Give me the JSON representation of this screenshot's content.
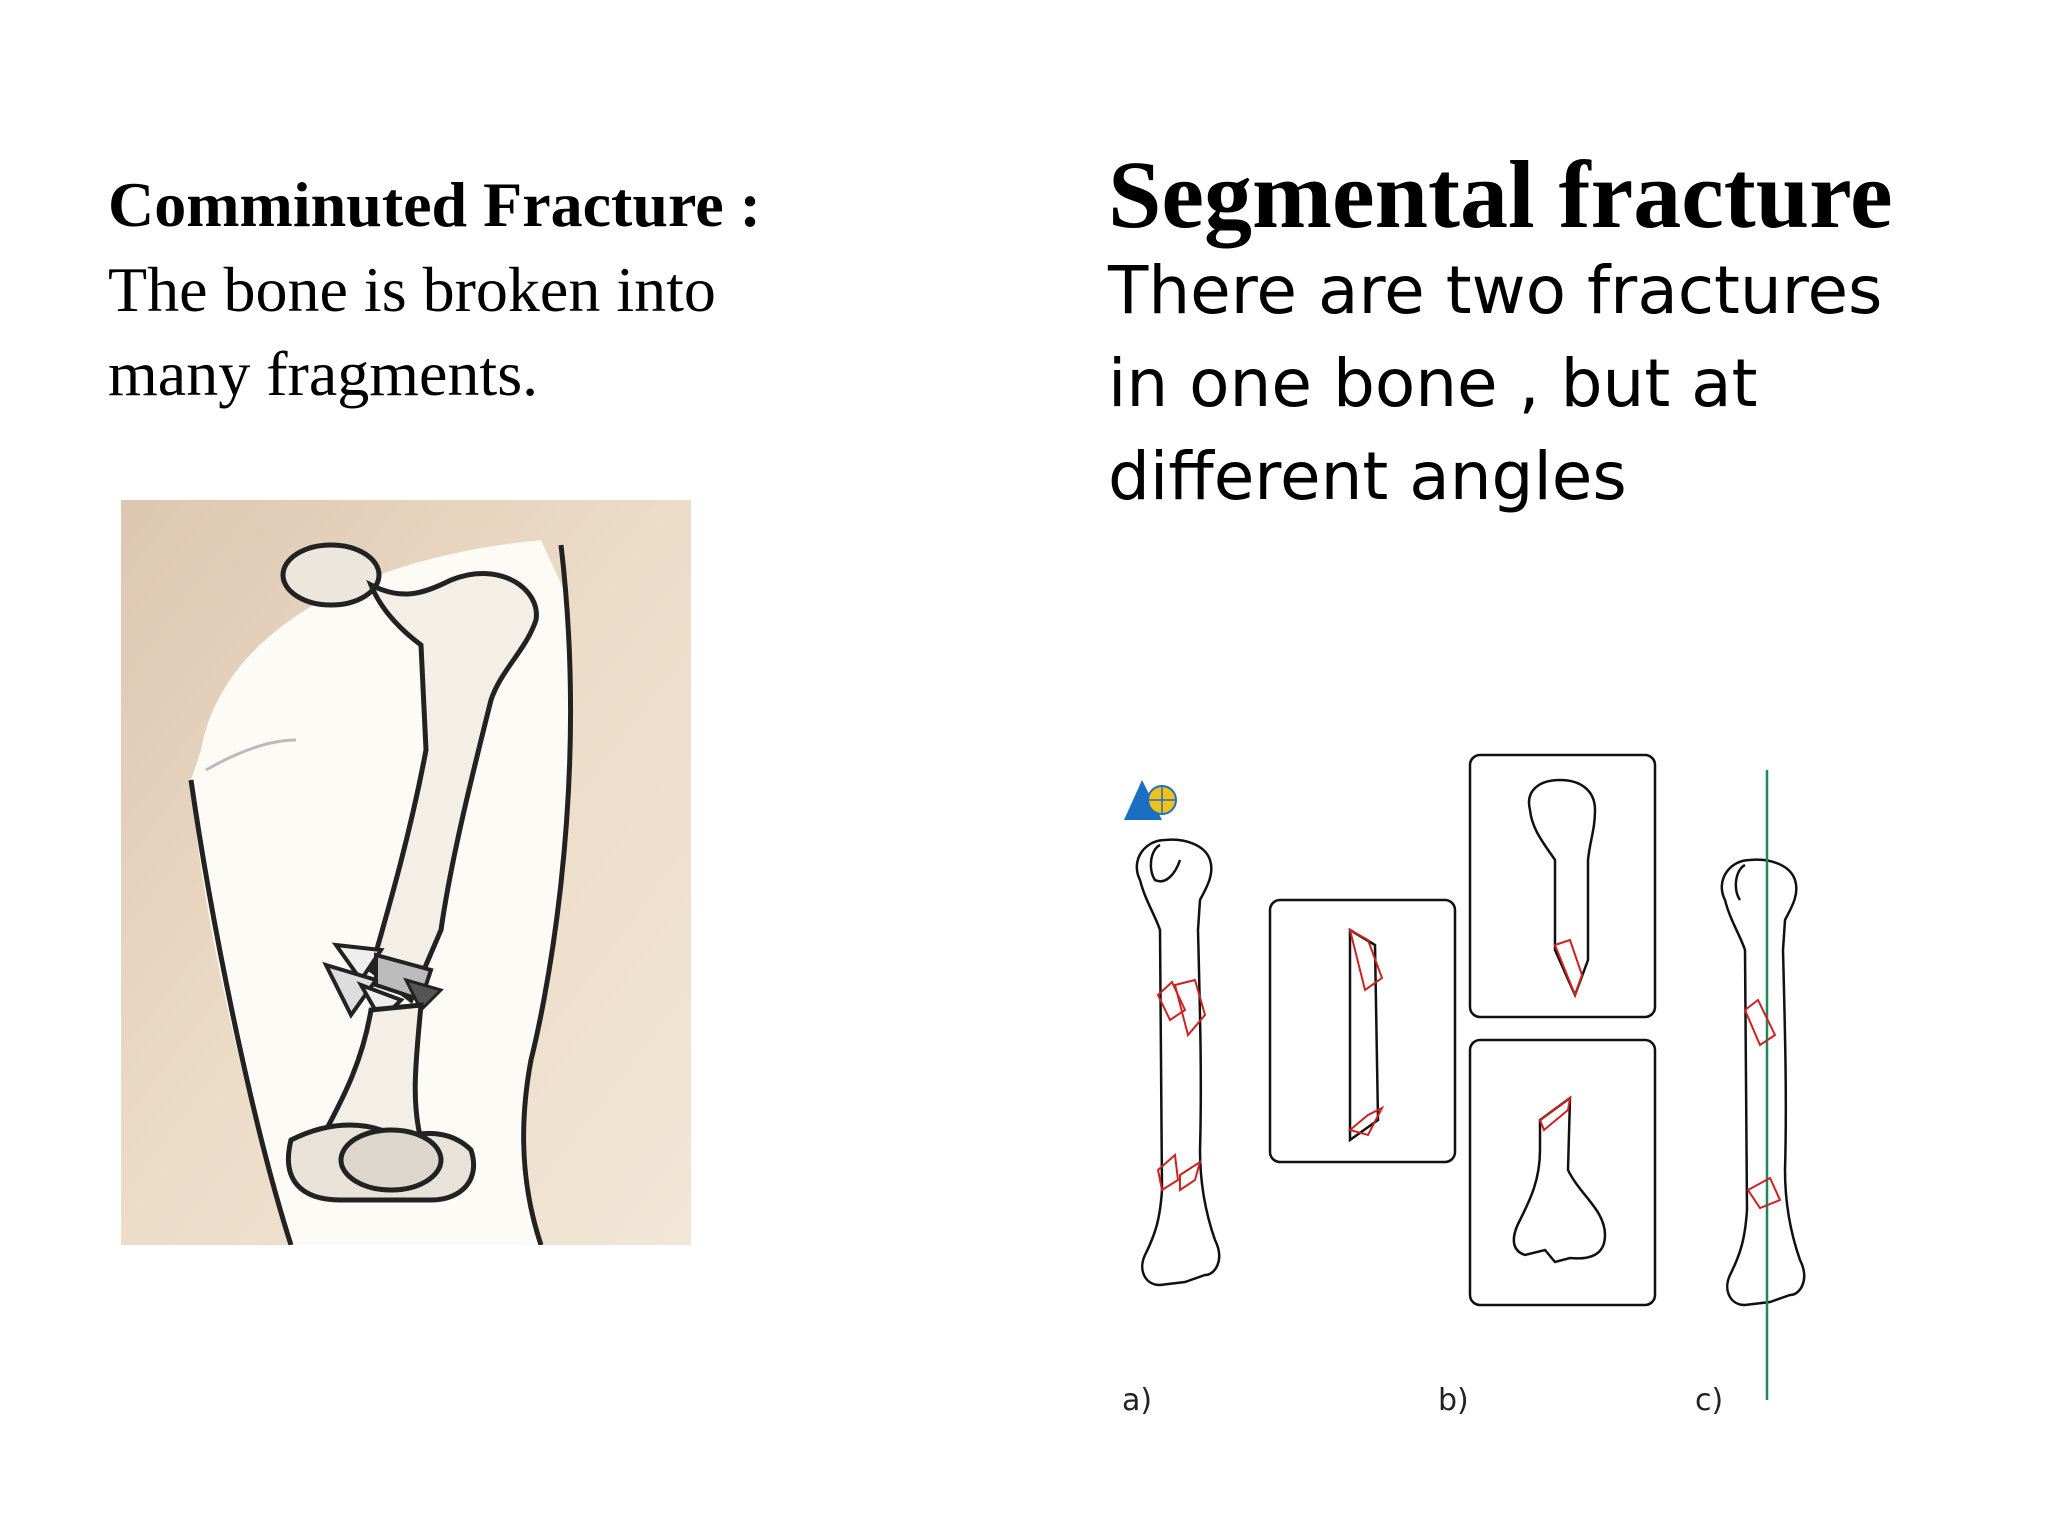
{
  "left": {
    "title": "Comminuted Fracture :",
    "description_lines": [
      "The bone is broken into",
      "many fragments."
    ]
  },
  "right": {
    "title": "Segmental fracture",
    "description_lines": [
      "There are two fractures",
      "in one bone , but at",
      "different angles"
    ]
  },
  "figure": {
    "panel_labels": [
      "a)",
      "b)",
      "c)"
    ]
  },
  "colors": {
    "fracture_line": "#cc2222",
    "axis_line": "#1a8a5a",
    "logo_blue": "#1a6fc0",
    "logo_yellow": "#f2c21a",
    "illustration_bg": "#e9d7c2"
  },
  "icons": [
    "ao-foundation-logo-icon"
  ]
}
